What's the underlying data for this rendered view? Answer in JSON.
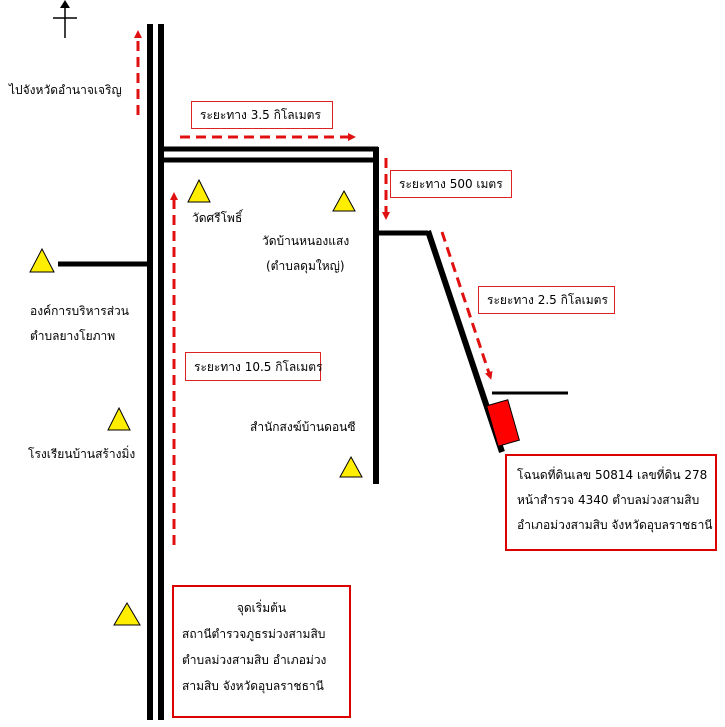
{
  "labels": {
    "to_amnat": "ไปจังหวัดอำนาจเจริญ",
    "wat_si_pho": "วัดศรีโพธิ์",
    "wat_nong_saeng": "วัดบ้านหนองแสง",
    "tambon_dum_yai": "(ตำบลดุมใหญ่)",
    "tao_line1": "องค์การบริหารส่วน",
    "tao_line2": "ตำบลยางโยภาพ",
    "school": "โรงเรียนบ้านสร้างมิ่ง",
    "monastery": "สำนักสงฆ์บ้านดอนซี"
  },
  "distances": {
    "d_3_5km": "ระยะทาง 3.5 กิโลเมตร",
    "d_500m": "ระยะทาง 500 เมตร",
    "d_2_5km": "ระยะทาง 2.5 กิโลเมตร",
    "d_10_5km": "ระยะทาง 10.5 กิโลเมตร"
  },
  "destination": {
    "line1": "โฉนดที่ดินเลข 50814 เลขที่ดิน 278",
    "line2": "หน้าสำรวจ 4340  ตำบลม่วงสามสิบ",
    "line3": "อำเภอม่วงสามสิบ จังหวัดอุบลราชธานี"
  },
  "start": {
    "title": "จุดเริ่มต้น",
    "line1": "สถานีตำรวจภูธรม่วงสามสิบ",
    "line2": "ตำบลม่วงสามสิบ อำเภอม่วง",
    "line3": "สามสิบ จังหวัดอุบลราชธานี"
  },
  "colors": {
    "road": "#000000",
    "route_arrow": "#e01010",
    "landmark": "#ffee00",
    "destination_marker": "#ff0000"
  },
  "icons": {
    "landmark": "triangle",
    "north": "north-arrow-icon",
    "destination": "red-square-marker"
  }
}
